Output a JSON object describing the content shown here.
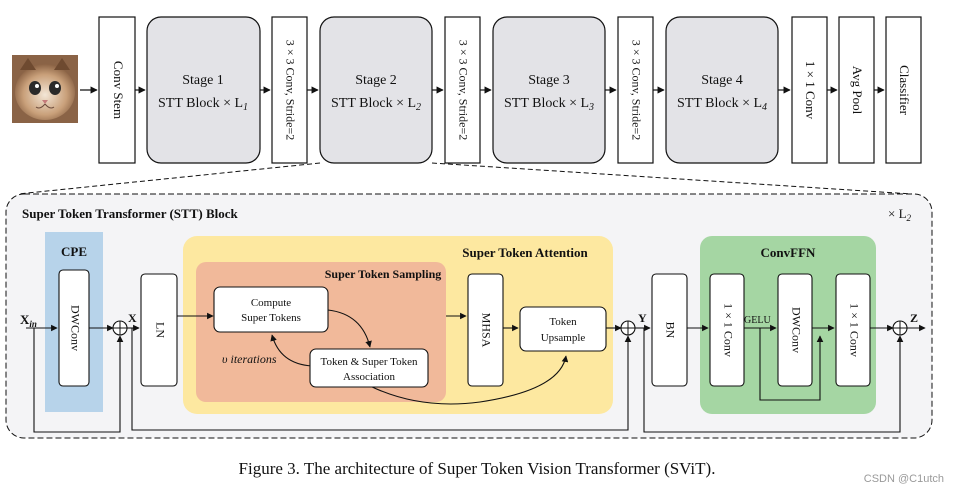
{
  "top_row": {
    "conv_stem": "Conv Stem",
    "stage1_title": "Stage 1",
    "stage1_sub": "STT Block × L",
    "stage1_subscript": "1",
    "down1": "3 × 3 Conv, Stride=2",
    "stage2_title": "Stage 2",
    "stage2_sub": "STT Block × L",
    "stage2_subscript": "2",
    "down2": "3 × 3 Conv, Stride=2",
    "stage3_title": "Stage 3",
    "stage3_sub": "STT Block × L",
    "stage3_subscript": "3",
    "down3": "3 × 3 Conv, Stride=2",
    "stage4_title": "Stage 4",
    "stage4_sub": "STT Block × L",
    "stage4_subscript": "4",
    "conv1x1": "1 × 1 Conv",
    "avgpool": "Avg Pool",
    "classifier": "Classifier"
  },
  "block": {
    "title": "Super Token Transformer (STT) Block",
    "repeat": "× L",
    "repeat_subscript": "2",
    "x_in": "X",
    "x_in_subscript": "in",
    "cpe_title": "CPE",
    "dwconv": "DWConv",
    "x_label": "X",
    "ln": "LN",
    "sta_title": "Super Token Attention",
    "sts_title": "Super Token Sampling",
    "compute_line1": "Compute",
    "compute_line2": "Super Tokens",
    "assoc_line1": "Token & Super Token",
    "assoc_line2": "Association",
    "iterations": "υ iterations",
    "mhsa": "MHSA",
    "upsample_line1": "Token",
    "upsample_line2": "Upsample",
    "y_label": "Y",
    "bn": "BN",
    "ffn_title": "ConvFFN",
    "ffn_conv1": "1 × 1 Conv",
    "gelu": "GELU",
    "ffn_dwconv": "DWConv",
    "ffn_conv2": "1 × 1 Conv",
    "z_label": "Z"
  },
  "caption": "Figure 3. The architecture of Super Token Vision Transformer (SViT).",
  "watermark": "CSDN @C1utch",
  "colors": {
    "stage_fill": "#e3e3e7",
    "cpe_fill": "#b7d3ea",
    "sta_fill": "#fde8a0",
    "sts_fill": "#f1b99a",
    "ffn_fill": "#a5d6a3"
  }
}
